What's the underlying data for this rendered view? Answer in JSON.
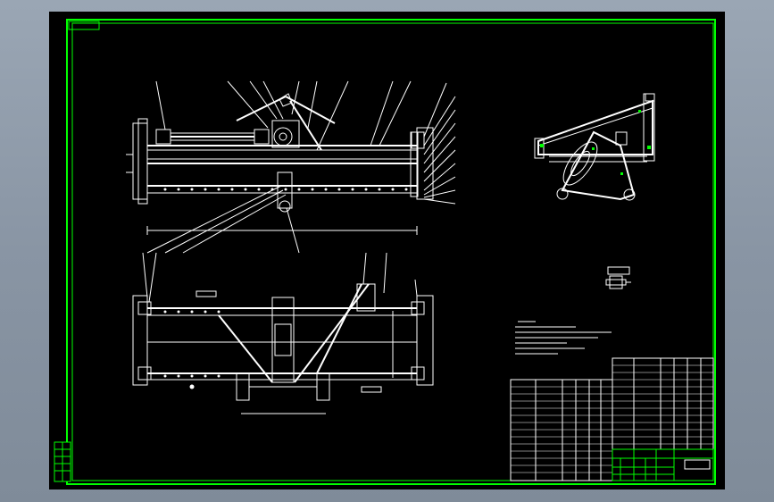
{
  "window": {
    "background_top": "#9aa6b4",
    "background_bottom": "#7f8b99",
    "canvas_color": "#000000",
    "border_color": "#00ff00",
    "line_color": "#ffffff"
  },
  "drawing": {
    "title_label": "",
    "views": [
      "front-view",
      "top-view",
      "side-view",
      "detail-view"
    ]
  },
  "icons": {
    "logo": "stamp-icon"
  }
}
